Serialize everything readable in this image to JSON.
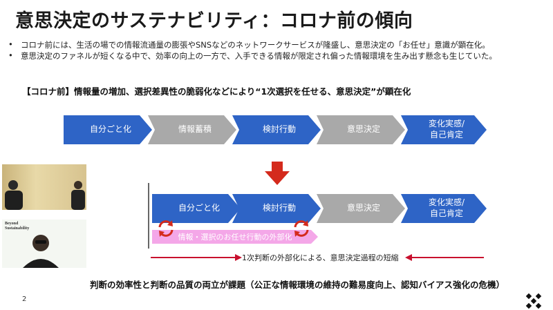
{
  "header": {
    "title": "意思決定のサステナビリティ：コロナ前の傾向"
  },
  "bullets": [
    "コロナ前には、生活の場での情報流通量の膨張やSNSなどのネットワークサービスが隆盛し、意思決定の「お任せ」意識が顕在化。",
    "意思決定のファネルが短くなる中で、効率の向上の一方で、入手できる情報が限定され偏った情報環境を生み出す懸念も生じていた。"
  ],
  "bullet_symbol": "•",
  "section_heading": "【コロナ前】情報量の増加、選択差異性の脆弱化などにより“1次選択を任せる、意思決定”が顕在化",
  "flow_top": [
    {
      "label": "自分ごと化",
      "state": "active"
    },
    {
      "label": "情報蓄積",
      "state": "inactive"
    },
    {
      "label": "検討行動",
      "state": "active"
    },
    {
      "label": "意思決定",
      "state": "inactive"
    },
    {
      "label": "変化実感/\n自己肯定",
      "state": "active"
    }
  ],
  "flow_bottom": [
    {
      "label": "自分ごと化",
      "state": "active"
    },
    {
      "label": "検討行動",
      "state": "active"
    },
    {
      "label": "意思決定",
      "state": "inactive"
    },
    {
      "label": "変化実感/\n自己肯定",
      "state": "active"
    }
  ],
  "outsourcing_label": "情報・選択のお任せ行動の外部化",
  "shortening_label": "1次判断の外部化による、意思決定過程の短縮",
  "conclusion": "判断の効率性と判断の品質の両立が課題（公正な情報環境の維持の難易度向上、認知バイアス強化の危機）",
  "page_number": "2",
  "video_panel_2": {
    "brand_line1": "Beyond",
    "brand_line2": "Sustainability"
  },
  "colors": {
    "active": "#2e64c6",
    "inactive": "#a9a9a9",
    "arrow_red": "#d42a1c",
    "pink": "#f4a7e8",
    "line_red": "#c8102e"
  },
  "icons": {
    "down_arrow": "down-arrow-icon",
    "cycle": "cycle-arrows-icon",
    "logo": "brand-logo-icon"
  }
}
